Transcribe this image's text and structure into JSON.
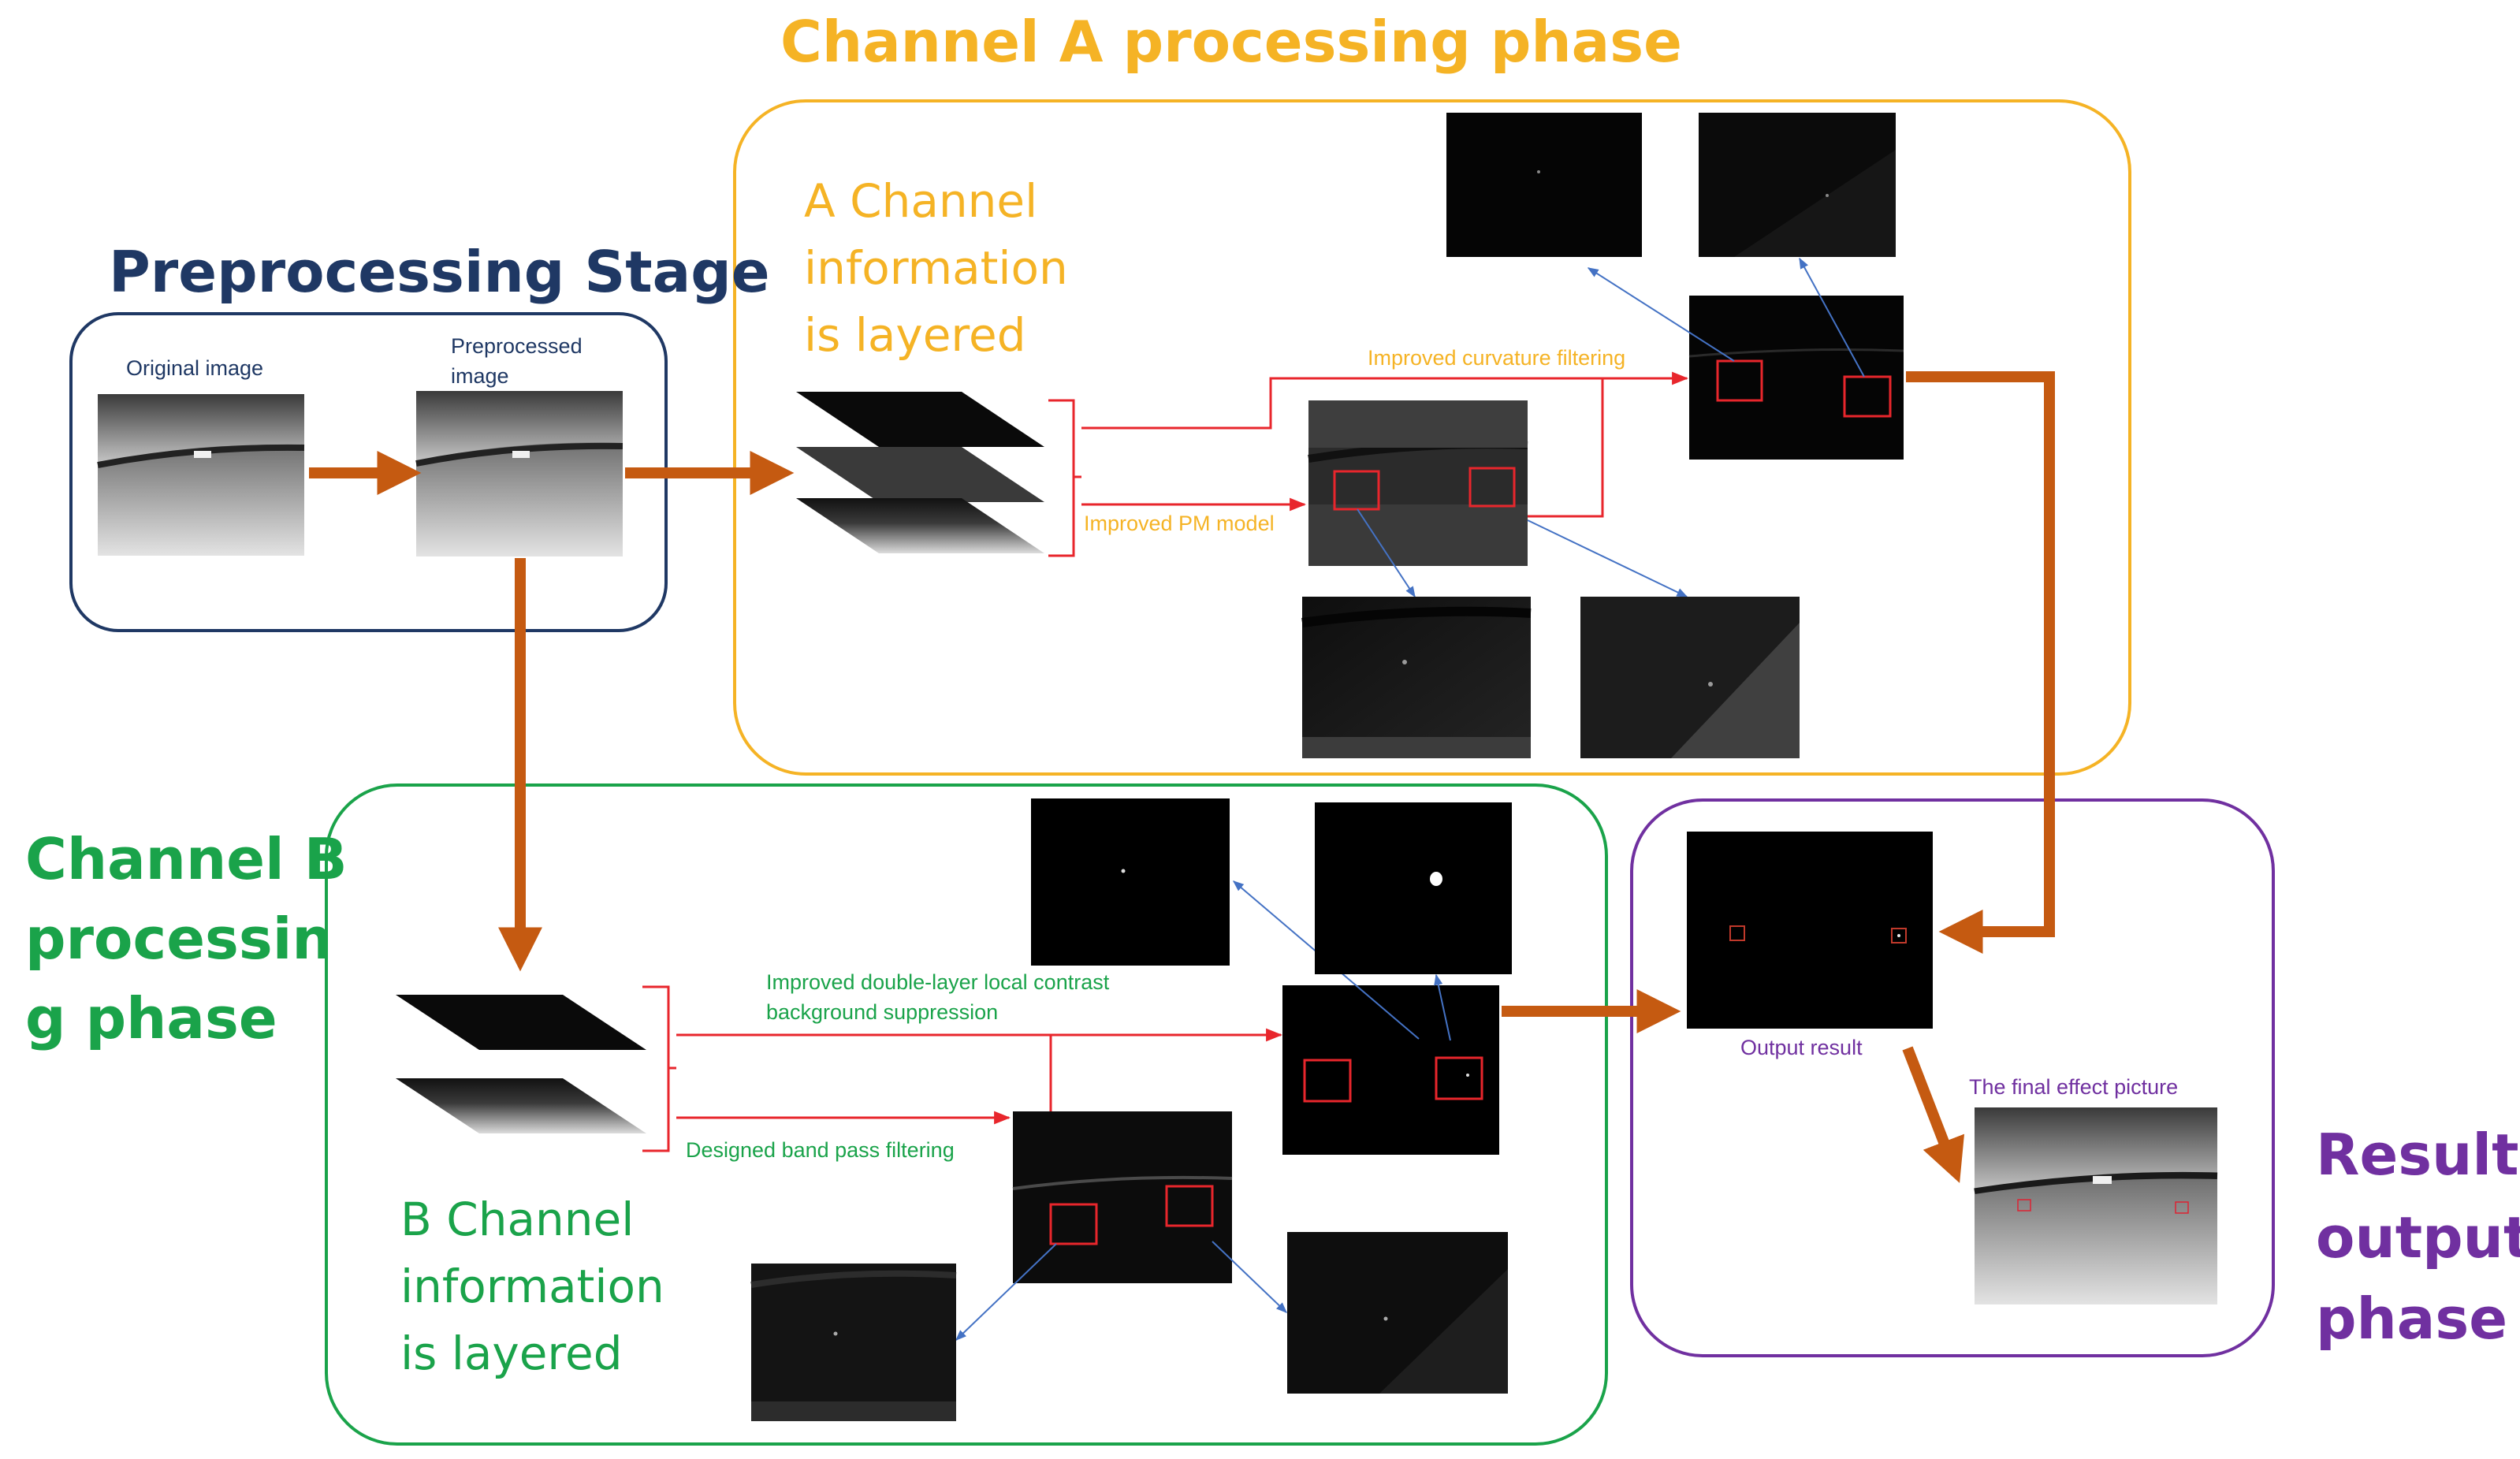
{
  "colors": {
    "preprocess": "#1f3864",
    "channel_a": "#f5b325",
    "channel_b": "#1aa34a",
    "result": "#7030a0",
    "flow_arrow": "#c55a11",
    "red_link": "#e8262c",
    "blue_link": "#4472c4"
  },
  "stages": {
    "preprocessing": {
      "title": "Preprocessing Stage"
    },
    "channel_a": {
      "title": "Channel A processing phase"
    },
    "channel_b": {
      "title_lines": [
        "Channel B",
        "processin",
        "g phase"
      ]
    },
    "result": {
      "title_lines": [
        "Result",
        "output",
        "phase"
      ]
    }
  },
  "preprocessing": {
    "original_label": "Original image",
    "preprocessed_label_lines": [
      "Preprocessed",
      "image"
    ]
  },
  "channel_a": {
    "layered_label_lines": [
      "A Channel",
      "information",
      "is layered"
    ],
    "pm_model_label": "Improved PM model",
    "curvature_label": "Improved curvature filtering"
  },
  "channel_b": {
    "layered_label_lines": [
      "B Channel",
      "information",
      "is layered"
    ],
    "contrast_label_lines": [
      "Improved double-layer local contrast",
      "background suppression"
    ],
    "bandpass_label": "Designed band pass filtering"
  },
  "result": {
    "output_label": "Output result",
    "final_label": "The final effect picture"
  }
}
